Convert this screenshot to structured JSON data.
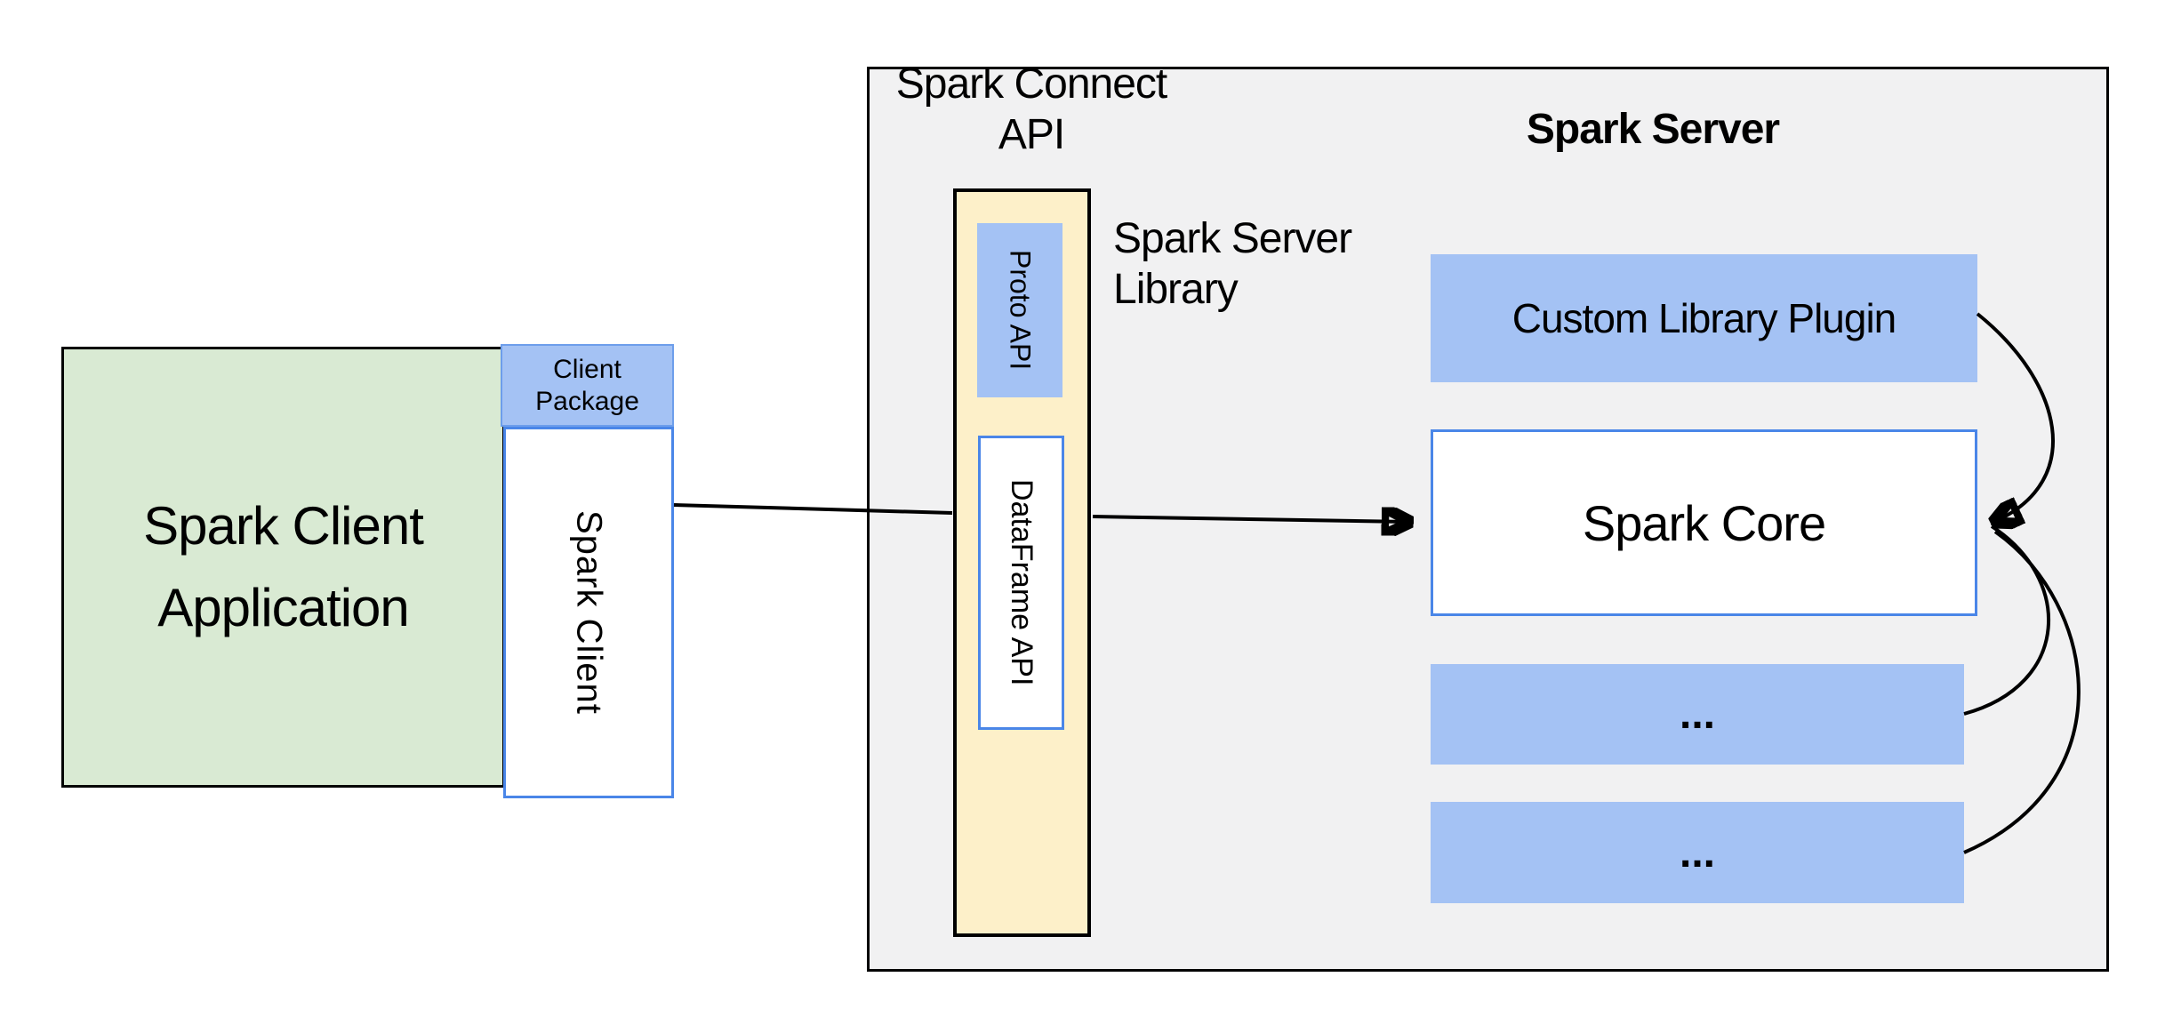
{
  "client": {
    "app_label": "Spark Client\nApplication",
    "package_label": "Client\nPackage",
    "spark_client_label": "Spark Client"
  },
  "connect": {
    "api_label": "Spark Connect\nAPI",
    "proto_api_label": "Proto  API",
    "dataframe_api_label": "DataFrame API",
    "library_label": "Spark Server\nLibrary"
  },
  "server": {
    "title": "Spark Server",
    "plugin_label": "Custom Library Plugin",
    "core_label": "Spark Core",
    "ellipsis_1": "...",
    "ellipsis_2": "..."
  },
  "colors": {
    "blue_fill": "#a4c2f4",
    "blue_border": "#4a86e8",
    "blue_border_light": "#6d9eeb",
    "green_fill": "#d9ead3",
    "yellow_fill": "#fdf0c9",
    "gray_fill": "#f1f1f2",
    "line": "#000000"
  }
}
